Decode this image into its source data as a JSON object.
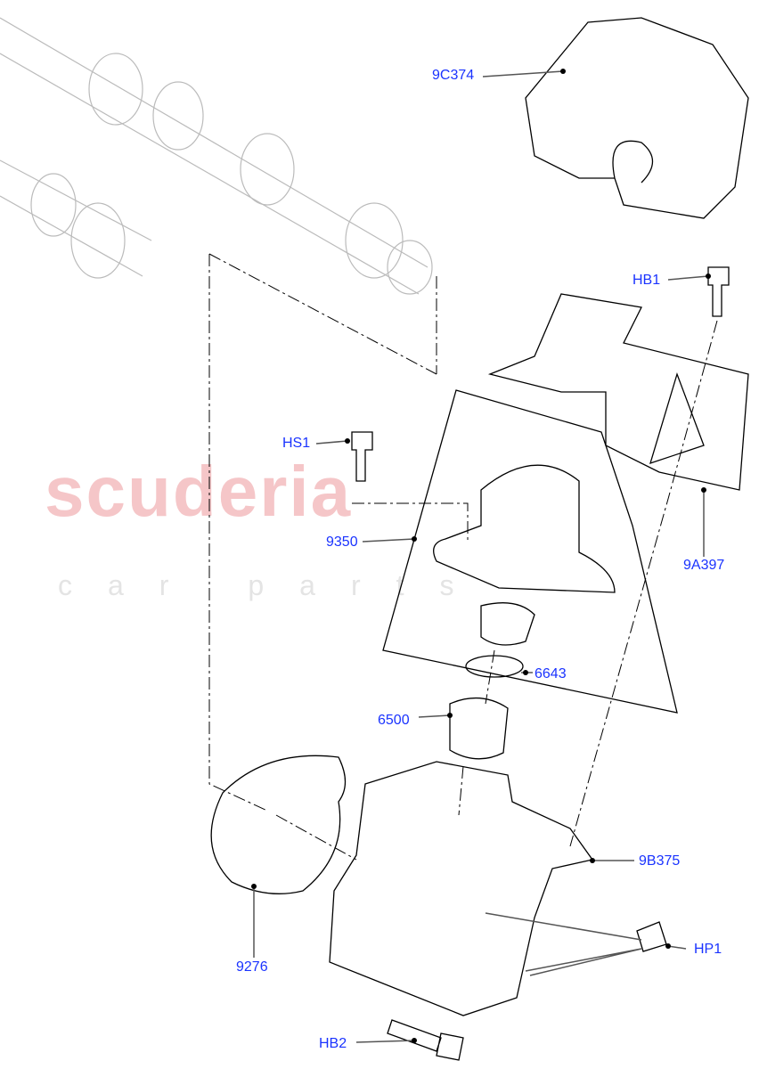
{
  "watermark": {
    "line1": "scuderia",
    "line2": "car parts"
  },
  "colors": {
    "label": "#1a33ff",
    "leader": "#555555",
    "outline": "#000000",
    "ghost": "#bbbbbb",
    "watermark": "#f5c6c8"
  },
  "callouts": [
    {
      "id": "9C374",
      "part": "pump-cover"
    },
    {
      "id": "HB1",
      "part": "bolt"
    },
    {
      "id": "HS1",
      "part": "screw"
    },
    {
      "id": "9350",
      "part": "high-pressure-fuel-pump"
    },
    {
      "id": "9A397",
      "part": "bracket-shield"
    },
    {
      "id": "6643",
      "part": "o-ring"
    },
    {
      "id": "6500",
      "part": "tappet"
    },
    {
      "id": "9B375",
      "part": "pump-housing"
    },
    {
      "id": "9276",
      "part": "gasket"
    },
    {
      "id": "HP1",
      "part": "plug"
    },
    {
      "id": "HB2",
      "part": "bolt"
    }
  ]
}
